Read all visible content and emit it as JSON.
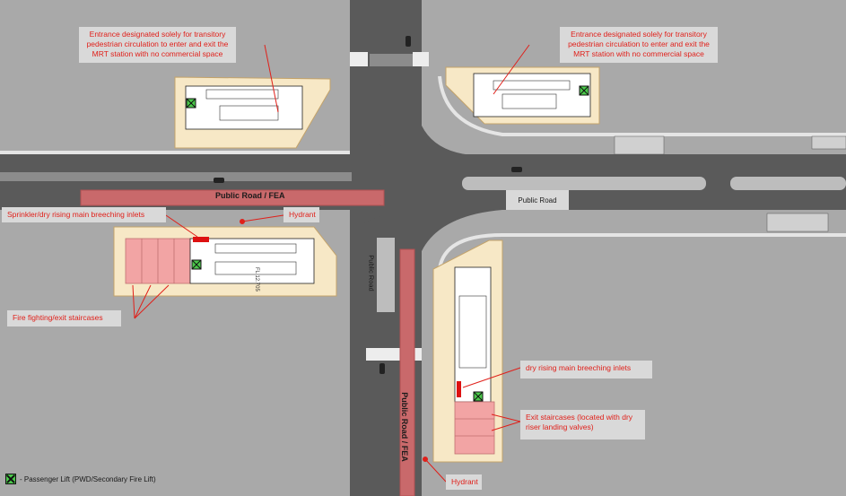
{
  "callouts": {
    "entrance_west": "Entrance designated solely for transitory pedestrian circulation to enter and exit the MRT station with no commercial space",
    "entrance_east": "Entrance designated solely for transitory pedestrian circulation to enter and exit the MRT station with no commercial space",
    "sprinkler": "Sprinkler/dry rising main breeching inlets",
    "hydrant_north": "Hydrant",
    "fire_staircases": "Fire fighting/exit staircases",
    "dry_rising": "dry rising main breeching inlets",
    "exit_staircases": "Exit staircases (located with dry riser landing valves)",
    "hydrant_south": "Hydrant"
  },
  "roads": {
    "main_fea": "Public Road / FEA",
    "east": "Public Road",
    "north_south": "Public Road",
    "south_fea": "Public Road / FEA"
  },
  "plan_text": {
    "level": "FL 12.705"
  },
  "legend": {
    "label": "- Passenger Lift (PWD/Secondary Fire Lift)"
  },
  "colors": {
    "callout_text": "#e0201a",
    "fea_fill": "#c9696b",
    "building": "#f7e8c6",
    "staircase": "#f2a4a4",
    "lift": "#4bc94b"
  }
}
